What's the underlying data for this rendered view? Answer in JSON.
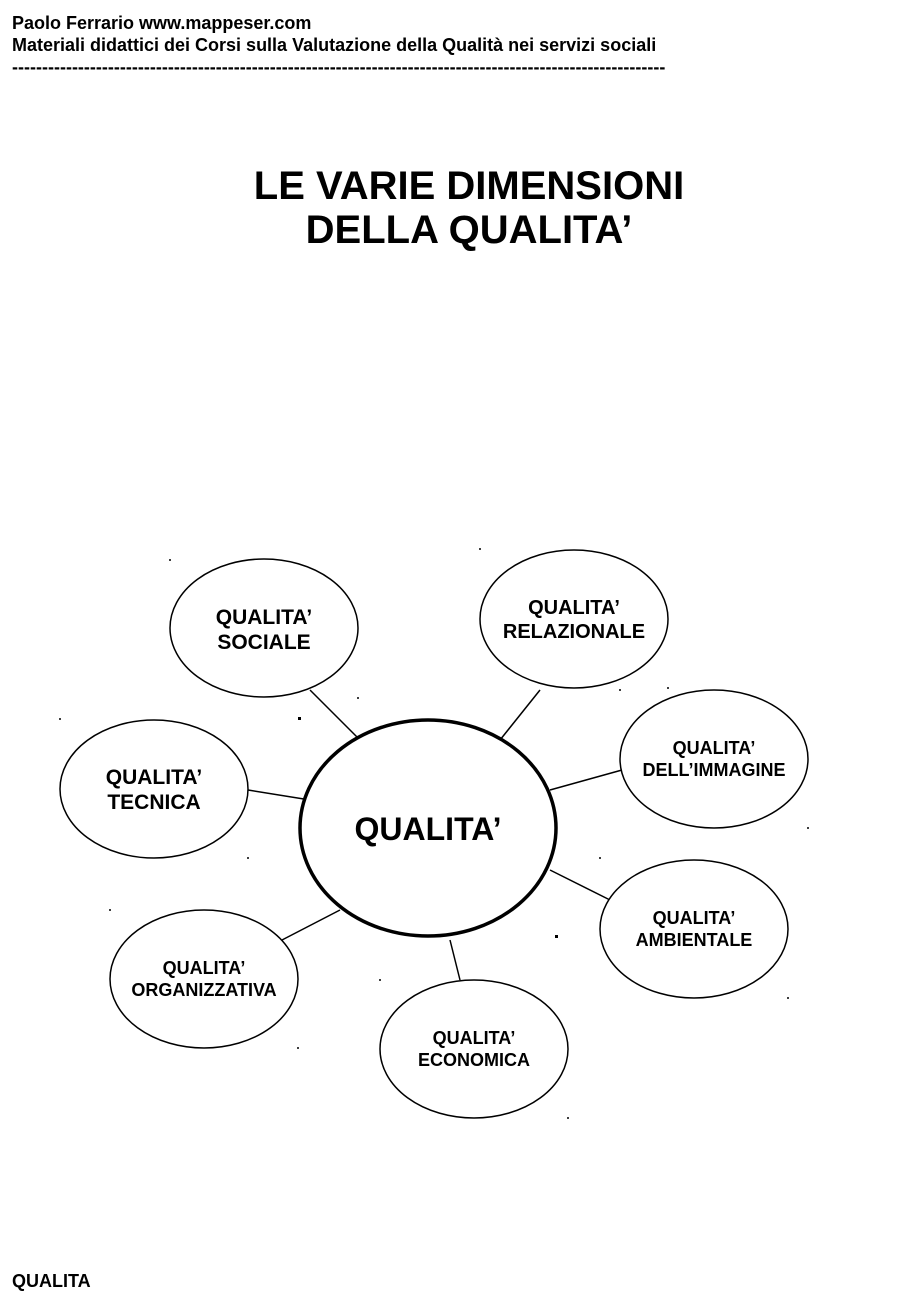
{
  "header": {
    "line1": "Paolo Ferrario www.mappeser.com",
    "line2": "Materiali didattici dei Corsi sulla Valutazione della Qualità nei servizi sociali",
    "separator": "-------------------------------------------------------------------------------------------------------------"
  },
  "title": {
    "line1": "LE VARIE DIMENSIONI",
    "line2": "DELLA QUALITA’"
  },
  "diagram": {
    "center": {
      "label": "QUALITA’"
    },
    "nodes": [
      {
        "id": "sociale",
        "line1": "QUALITA’",
        "line2": "SOCIALE"
      },
      {
        "id": "relazionale",
        "line1": "QUALITA’",
        "line2": "RELAZIONALE"
      },
      {
        "id": "immagine",
        "line1": "QUALITA’",
        "line2": "DELL’IMMAGINE"
      },
      {
        "id": "ambientale",
        "line1": "QUALITA’",
        "line2": "AMBIENTALE"
      },
      {
        "id": "economica",
        "line1": "QUALITA’",
        "line2": "ECONOMICA"
      },
      {
        "id": "organizzativa",
        "line1": "QUALITA’",
        "line2": "ORGANIZZATIVA"
      },
      {
        "id": "tecnica",
        "line1": "QUALITA’",
        "line2": "TECNICA"
      }
    ]
  },
  "footer": {
    "label": "QUALITA"
  }
}
